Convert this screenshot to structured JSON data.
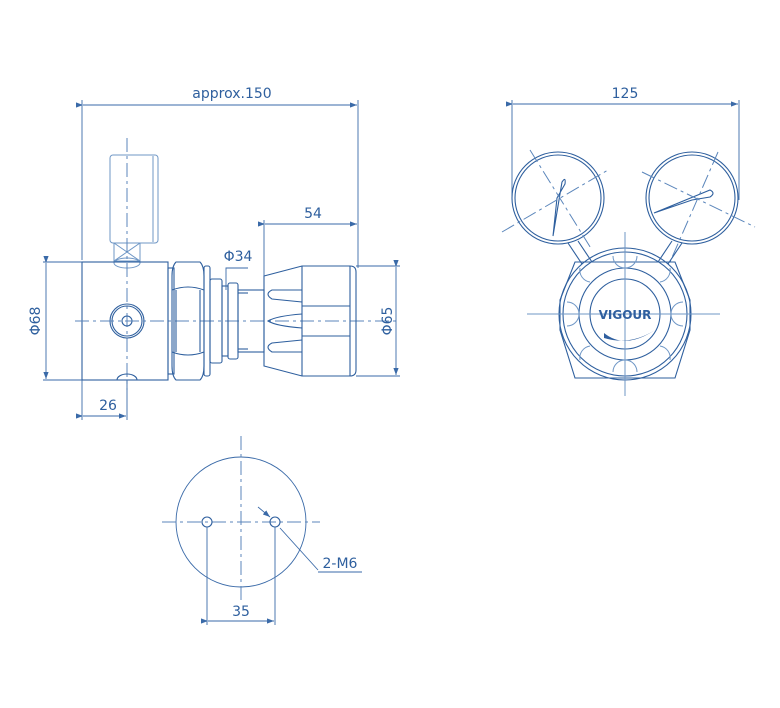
{
  "drawing": {
    "colors": {
      "line": "#2e5f9e",
      "light_line": "#6f97c6",
      "background": "#ffffff"
    },
    "side_view": {
      "dimensions": {
        "overall_length": "approx.150",
        "knob_length": "54",
        "body_diameter": "Φ68",
        "knob_diameter": "Φ65",
        "bonnet_diameter": "Φ34",
        "port_offset": "26"
      }
    },
    "front_view": {
      "dimensions": {
        "gauge_span": "125"
      },
      "brand_logo": "VIGOUR"
    },
    "rear_view": {
      "dimensions": {
        "hole_spacing": "35",
        "hole_spec": "2-M6"
      }
    }
  }
}
